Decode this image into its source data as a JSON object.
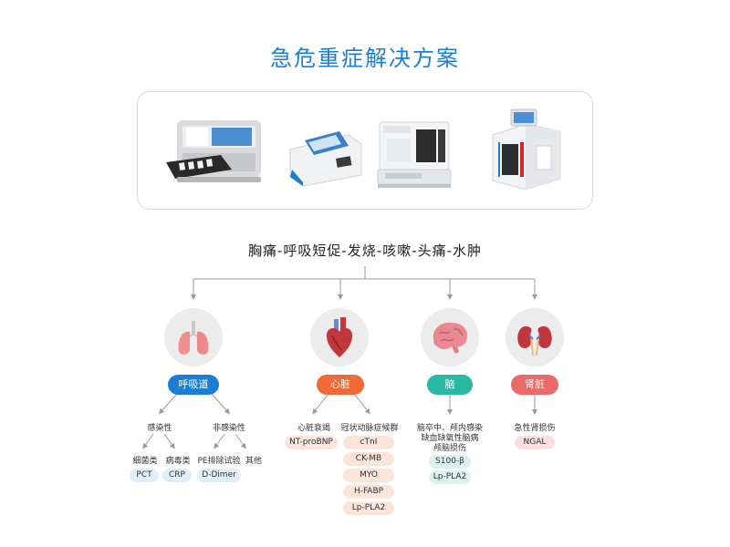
{
  "title": "急危重症解决方案",
  "symptoms": "胸痛-呼吸短促-发烧-咳嗽-头痛-水肿",
  "colors": {
    "title": "#1a7fd4",
    "respiratory": "#1a7fd4",
    "heart": "#f06a37",
    "brain": "#28b8a4",
    "kidney": "#ea6a6a"
  },
  "devices": [
    {
      "icon": "analyzer-device-1-icon"
    },
    {
      "icon": "analyzer-device-2-icon"
    },
    {
      "icon": "analyzer-device-3-icon"
    },
    {
      "icon": "analyzer-device-4-icon"
    }
  ],
  "organs": {
    "respiratory": {
      "label": "呼吸道",
      "icon": "lungs-icon",
      "infectious": {
        "label": "感染性",
        "bacterial": {
          "label": "细菌类",
          "marker": "PCT"
        },
        "viral": {
          "label": "病毒类",
          "marker": "CRP"
        }
      },
      "non_infectious": {
        "label": "非感染性",
        "pe": {
          "label": "PE排除试验",
          "marker": "D-Dimer"
        },
        "other": {
          "label": "其他"
        }
      }
    },
    "heart": {
      "label": "心脏",
      "icon": "heart-icon",
      "heart_failure": {
        "label": "心脏衰竭",
        "marker": "NT-proBNP"
      },
      "acs": {
        "label": "冠状动脉症候群",
        "markers": [
          "cTnI",
          "CK-MB",
          "MYO",
          "H-FABP",
          "Lp-PLA2"
        ]
      }
    },
    "brain": {
      "label": "脑",
      "icon": "brain-icon",
      "condition_lines": [
        "脑卒中、颅内感染",
        "缺血缺氧性脑病",
        "颅脑损伤"
      ],
      "markers": [
        "S100-β",
        "Lp-PLA2"
      ]
    },
    "kidney": {
      "label": "肾脏",
      "icon": "kidneys-icon",
      "condition": "急性肾损伤",
      "marker": "NGAL"
    }
  }
}
